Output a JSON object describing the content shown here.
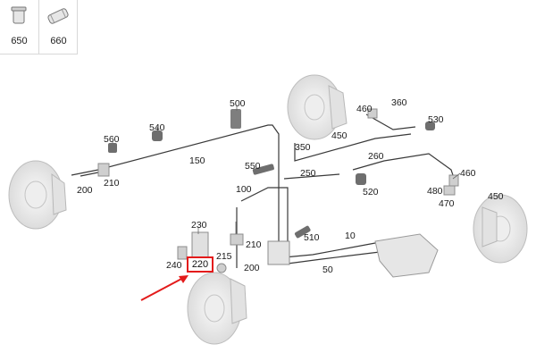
{
  "legend": {
    "items": [
      "650",
      "660"
    ]
  },
  "callouts": {
    "c500": "500",
    "c540": "540",
    "c560": "560",
    "c150": "150",
    "c210a": "210",
    "c200a": "200",
    "c550": "550",
    "c100": "100",
    "c230": "230",
    "c240": "240",
    "c220": "220",
    "c215": "215",
    "c210b": "210",
    "c200b": "200",
    "c460a": "460",
    "c360": "360",
    "c450a": "450",
    "c530": "530",
    "c350": "350",
    "c250": "250",
    "c260": "260",
    "c460b": "460",
    "c520": "520",
    "c480": "480",
    "c470": "470",
    "c450b": "450",
    "c510": "510",
    "c10": "10",
    "c50": "50"
  },
  "highlight": {
    "label": "220",
    "color": "#e31b1b"
  },
  "colors": {
    "line": "#3a3a3a",
    "part": "#d9d9d9",
    "part_dark": "#8c8c8c"
  }
}
